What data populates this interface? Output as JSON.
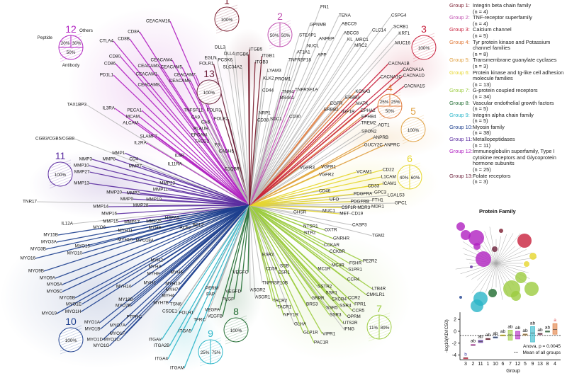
{
  "group_colors": {
    "0": "#b8b8b8",
    "1": "#7a1c2e",
    "2": "#c050b0",
    "3": "#c8203c",
    "4": "#e07a3a",
    "5": "#e0a040",
    "6": "#e6d62c",
    "7": "#9ccc40",
    "8": "#1f6b30",
    "9": "#2ab5c8",
    "10": "#1d3f8e",
    "11": "#5b2ca0",
    "12": "#b020c0",
    "13": "#6b1f3a"
  },
  "leaves": [
    [
      "CEACAM16",
      12
    ],
    [
      "CD8A",
      12
    ],
    [
      "CD8B",
      12
    ],
    [
      "CTLA4",
      12
    ],
    [
      "CD80",
      12
    ],
    [
      "CD86",
      12
    ],
    [
      "PD1L1",
      12
    ],
    [
      "CEACAM5",
      12
    ],
    [
      "CEACAM4",
      12
    ],
    [
      "CEACAM3",
      12
    ],
    [
      "CEACAM1",
      12
    ],
    [
      "CEACAM8",
      12
    ],
    [
      "CEACAM7",
      12
    ],
    [
      "CEACAM6",
      12
    ],
    [
      "IL3RA",
      12
    ],
    [
      "PECA1",
      12
    ],
    [
      "MCAM",
      12
    ],
    [
      "ALCAM",
      12
    ],
    [
      "SLAMF7",
      12
    ],
    [
      "IL2RA",
      12
    ],
    [
      "IL6R",
      12
    ],
    [
      "IL11RA",
      12
    ],
    [
      "FOLR1",
      13
    ],
    [
      "FOLR3",
      13
    ],
    [
      "FOLR2",
      13
    ],
    [
      "EGLN",
      0
    ],
    [
      "PCSK6",
      0
    ],
    [
      "SLC34A2",
      0
    ],
    [
      "DLL3",
      0
    ],
    [
      "DLL4",
      0
    ],
    [
      "TAX1BP3",
      0
    ],
    [
      "CGB3/CGB5/CGB8",
      0
    ],
    [
      "TNFSF11",
      0
    ],
    [
      "CA9",
      0
    ],
    [
      "CA6",
      0
    ],
    [
      "PLAUR",
      0
    ],
    [
      "EPCAM",
      0
    ],
    [
      "TACD2",
      0
    ],
    [
      "F3",
      0
    ],
    [
      "CADH5",
      0
    ],
    [
      "CD4",
      0
    ],
    [
      "C1QBP",
      0
    ],
    [
      "TNR17",
      0
    ],
    [
      "MMP3",
      11
    ],
    [
      "MMP10",
      11
    ],
    [
      "MMP27",
      11
    ],
    [
      "MMP13",
      11
    ],
    [
      "MMP8",
      11
    ],
    [
      "MMP1",
      11
    ],
    [
      "MMP7",
      11
    ],
    [
      "MMP20",
      11
    ],
    [
      "MMP9",
      11
    ],
    [
      "MMP2",
      11
    ],
    [
      "MMP11",
      11
    ],
    [
      "MMP23",
      11
    ],
    [
      "MMP19",
      11
    ],
    [
      "MMP28",
      11
    ],
    [
      "MMP14",
      11
    ],
    [
      "MMP16",
      11
    ],
    [
      "MMP15",
      11
    ],
    [
      "MMP17",
      11
    ],
    [
      "MMP25",
      11
    ],
    [
      "HSPA5",
      0
    ],
    [
      "ACE2",
      0
    ],
    [
      "BCL2",
      0
    ],
    [
      "IL12A",
      0
    ],
    [
      "MYO6",
      10
    ],
    [
      "MYH11",
      10
    ],
    [
      "MYH10",
      10
    ],
    [
      "MYH9",
      10
    ],
    [
      "MYO18A",
      10
    ],
    [
      "MY15B",
      10
    ],
    [
      "MYO3A",
      10
    ],
    [
      "MYO3B",
      10
    ],
    [
      "MYO15",
      10
    ],
    [
      "MYO10",
      10
    ],
    [
      "MYO16",
      10
    ],
    [
      "MYO9B",
      10
    ],
    [
      "MYO9A",
      10
    ],
    [
      "MYO5A",
      10
    ],
    [
      "MYO5C",
      10
    ],
    [
      "MYO5B",
      10
    ],
    [
      "MYO19",
      10
    ],
    [
      "MYO1E",
      10
    ],
    [
      "MYO1H",
      10
    ],
    [
      "MYO1B",
      10
    ],
    [
      "MYO1A",
      10
    ],
    [
      "MYO1D",
      10
    ],
    [
      "MYO1G",
      10
    ],
    [
      "MYO1C",
      10
    ],
    [
      "MYO1F",
      10
    ],
    [
      "MYO7A",
      10
    ],
    [
      "MYO7B",
      10
    ],
    [
      "MYH14",
      10
    ],
    [
      "MY18B",
      10
    ],
    [
      "MYH2",
      10
    ],
    [
      "MYH3",
      10
    ],
    [
      "MYH8",
      10
    ],
    [
      "MYH1",
      10
    ],
    [
      "MYH6",
      10
    ],
    [
      "MYH7B",
      10
    ],
    [
      "MYH4",
      10
    ],
    [
      "MYH7",
      10
    ],
    [
      "MYH13",
      10
    ],
    [
      "TSN6",
      0
    ],
    [
      "PTPRC",
      0
    ],
    [
      "CSDE1",
      0
    ],
    [
      "ITGAV",
      9
    ],
    [
      "ITGA2B",
      9
    ],
    [
      "ITGA4",
      9
    ],
    [
      "ITGA5",
      9
    ],
    [
      "ITGAM",
      9
    ],
    [
      "FOLH1",
      0
    ],
    [
      "TFRC",
      0
    ],
    [
      "FAP",
      0
    ],
    [
      "PERM",
      0
    ],
    [
      "VEGFA",
      8
    ],
    [
      "VEGFB",
      8
    ],
    [
      "PLGF",
      8
    ],
    [
      "VEGFD",
      8
    ],
    [
      "VEGFC",
      8
    ],
    [
      "ASGR2",
      0
    ],
    [
      "ASGR1",
      0
    ],
    [
      "TNFRSF10B",
      0
    ],
    [
      "ESR2",
      0
    ],
    [
      "CD59",
      0
    ],
    [
      "ESR1",
      0
    ],
    [
      "SSB",
      0
    ],
    [
      "GHSR",
      0
    ],
    [
      "NTSR1",
      7
    ],
    [
      "NTR2",
      7
    ],
    [
      "OXTR",
      7
    ],
    [
      "GNRHR",
      7
    ],
    [
      "CCKAR",
      7
    ],
    [
      "CCKBR",
      7
    ],
    [
      "PE2R2",
      7
    ],
    [
      "FSHR",
      7
    ],
    [
      "S1PR1",
      7
    ],
    [
      "MC4R",
      7
    ],
    [
      "MC1R",
      7
    ],
    [
      "CCR4",
      7
    ],
    [
      "LTB4R",
      7
    ],
    [
      "CMKLR1",
      7
    ],
    [
      "FPR1",
      7
    ],
    [
      "CCR5",
      7
    ],
    [
      "CCR2",
      7
    ],
    [
      "CXCR4",
      7
    ],
    [
      "OPRM",
      7
    ],
    [
      "UTS2R",
      7
    ],
    [
      "TACR2",
      7
    ],
    [
      "TACR1",
      7
    ],
    [
      "NPY1R",
      7
    ],
    [
      "GLHA",
      0
    ],
    [
      "BRS3",
      7
    ],
    [
      "GRPR",
      7
    ],
    [
      "SSTR2",
      7
    ],
    [
      "SSR5",
      7
    ],
    [
      "SSR1",
      7
    ],
    [
      "SSR4",
      7
    ],
    [
      "SSR3",
      7
    ],
    [
      "GLP1R",
      7
    ],
    [
      "PAC1R",
      7
    ],
    [
      "VIPR1",
      7
    ],
    [
      "IFNG",
      0
    ],
    [
      "CD46",
      0
    ],
    [
      "MUC1",
      0
    ],
    [
      "CD19",
      0
    ],
    [
      "MDR3",
      0
    ],
    [
      "MDR1",
      0
    ],
    [
      "FTH1",
      0
    ],
    [
      "GPC1",
      0
    ],
    [
      "GPC3",
      0
    ],
    [
      "CASP3",
      0
    ],
    [
      "TGM2",
      0
    ],
    [
      "VGFR3",
      6
    ],
    [
      "VGFR1",
      6
    ],
    [
      "VGFR2",
      6
    ],
    [
      "VCAM1",
      6
    ],
    [
      "CD22",
      6
    ],
    [
      "L1CAM",
      6
    ],
    [
      "ICAM1",
      6
    ],
    [
      "LGALS3",
      0
    ],
    [
      "CD33",
      6
    ],
    [
      "PDGFRA",
      6
    ],
    [
      "PDGFRB",
      6
    ],
    [
      "CSF1R",
      6
    ],
    [
      "MET",
      6
    ],
    [
      "UFO",
      6
    ],
    [
      "SPON2",
      0
    ],
    [
      "ANPRB",
      5
    ],
    [
      "ANPRC",
      5
    ],
    [
      "GUCY2C",
      5
    ],
    [
      "ERBB2",
      4
    ],
    [
      "EGFR",
      4
    ],
    [
      "ERBB3",
      4
    ],
    [
      "IGF1R",
      4
    ],
    [
      "KCNA3",
      4
    ],
    [
      "MATK",
      4
    ],
    [
      "EPHA2",
      4
    ],
    [
      "EPHB4",
      4
    ],
    [
      "TREM2",
      0
    ],
    [
      "ADT1",
      0
    ],
    [
      "CACNA1B",
      3
    ],
    [
      "CACNA1A",
      3
    ],
    [
      "CACNA1D",
      3
    ],
    [
      "CACNA1C",
      3
    ],
    [
      "CACNA1S",
      3
    ],
    [
      "FN1",
      0
    ],
    [
      "TENA",
      0
    ],
    [
      "ABCC9",
      0
    ],
    [
      "ABCC8",
      0
    ],
    [
      "KL",
      0
    ],
    [
      "MRC1",
      0
    ],
    [
      "MRC2",
      0
    ],
    [
      "CLC14",
      0
    ],
    [
      "CSPG4",
      0
    ],
    [
      "SCRB1",
      0
    ],
    [
      "KRT1",
      0
    ],
    [
      "MUC16",
      0
    ],
    [
      "GPNMB",
      0
    ],
    [
      "ANPEP",
      0
    ],
    [
      "APP",
      0
    ],
    [
      "NUCL",
      0
    ],
    [
      "STEAP1",
      0
    ],
    [
      "AT1A1",
      0
    ],
    [
      "TNFRSF18",
      0
    ],
    [
      "TNR4",
      2
    ],
    [
      "TNFRSF1A",
      2
    ],
    [
      "CD30",
      2
    ],
    [
      "MS4A1",
      0
    ],
    [
      "PROM1",
      0
    ],
    [
      "KLK2",
      0
    ],
    [
      "LYAM3",
      0
    ],
    [
      "CD44",
      0
    ],
    [
      "NRP1",
      0
    ],
    [
      "CD38",
      0
    ],
    [
      "SDC1",
      0
    ],
    [
      "ITGB6",
      1
    ],
    [
      "ITGB5",
      1
    ],
    [
      "ITGB3",
      1
    ],
    [
      "ITGB1",
      1
    ]
  ],
  "pies": [
    {
      "group": "1",
      "label": "1",
      "slices": [
        "100%"
      ]
    },
    {
      "group": "2",
      "label": "2",
      "slices": [
        "50%",
        "50%"
      ]
    },
    {
      "group": "3",
      "label": "3",
      "slices": [
        "100%"
      ]
    },
    {
      "group": "4",
      "label": "4",
      "slices": [
        "25%",
        "25%",
        "50%"
      ]
    },
    {
      "group": "5",
      "label": "5",
      "slices": [
        "100%"
      ]
    },
    {
      "group": "6",
      "label": "6",
      "slices": [
        "40%",
        "60%"
      ]
    },
    {
      "group": "7",
      "label": "7",
      "slices": [
        "11%",
        "89%"
      ]
    },
    {
      "group": "8",
      "label": "8",
      "slices": [
        "100%"
      ]
    },
    {
      "group": "9",
      "label": "9",
      "slices": [
        "25%",
        "75%"
      ]
    },
    {
      "group": "10",
      "label": "10",
      "slices": [
        "100%"
      ]
    },
    {
      "group": "11",
      "label": "11",
      "slices": [
        "100%"
      ]
    },
    {
      "group": "12",
      "label": "12",
      "slices": [
        "20%",
        "30%",
        "50%"
      ],
      "callouts": [
        "Peptide",
        "Others",
        "Antibody"
      ]
    },
    {
      "group": "13",
      "label": "13",
      "slices": [
        "100%"
      ]
    }
  ],
  "legend": [
    {
      "group": "Group 1:",
      "name": "Integrin beta chain family",
      "n": "(n = 4)",
      "g": "1"
    },
    {
      "group": "Group 2:",
      "name": "TNF-receptor superfamily",
      "n": "(n = 4)",
      "g": "2"
    },
    {
      "group": "Group 3:",
      "name": "Calcium channel",
      "n": "(n = 5)",
      "g": "3"
    },
    {
      "group": "Group 4:",
      "name": "Tyr protein kinase and Potassium channel families",
      "n": "(n = 8)",
      "g": "4"
    },
    {
      "group": "Group 5:",
      "name": "Transmembrane guanylate cyclases",
      "n": "(n = 3)",
      "g": "5"
    },
    {
      "group": "Group 6:",
      "name": "Protein kinase and Ig-like cell adhesion molecule families",
      "n": "(n = 13)",
      "g": "6"
    },
    {
      "group": "Group 7:",
      "name": "G-protein coupled receptors",
      "n": "(n = 34)",
      "g": "7"
    },
    {
      "group": "Group 8:",
      "name": "Vascular endothelial growth factors",
      "n": "(n = 5)",
      "g": "8"
    },
    {
      "group": "Group 9:",
      "name": "Integrin alpha chain family",
      "n": "(n = 5)",
      "g": "9"
    },
    {
      "group": "Group 10:",
      "name": "Myosin family",
      "n": "(n = 38)",
      "g": "10"
    },
    {
      "group": "Group 11:",
      "name": "Metallopeptidases",
      "n": "(n = 11)",
      "g": "11"
    },
    {
      "group": "Group 12:",
      "name": "Immunoglobulin superfamily, Type I cytokine receptors and Glycoprotein hormone subunits",
      "n": "(n = 25)",
      "g": "12"
    },
    {
      "group": "Group 13:",
      "name": "Folate receptors",
      "n": "(n = 3)",
      "g": "13"
    }
  ],
  "inset": {
    "title": "Protein Family",
    "boxplot": {
      "ylabel": "-log10(KD/IC50)",
      "xlabel": "Group",
      "yticks": [
        2,
        0,
        -2,
        -4
      ],
      "ylim": [
        -4.8,
        3.2
      ],
      "categories": [
        "3",
        "2",
        "11",
        "1",
        "10",
        "6",
        "7",
        "12",
        "5",
        "9",
        "13",
        "8",
        "4"
      ],
      "letters": [
        "b",
        "ab",
        "ab",
        "ab",
        "ab",
        "ab",
        "ab",
        "ab",
        "ab",
        "ab",
        "ab",
        "ab",
        "a"
      ],
      "medians": [
        -4.5,
        -2.3,
        -1.7,
        -1.3,
        -1.0,
        -0.7,
        -0.6,
        -0.7,
        -0.5,
        -0.3,
        -0.4,
        0.0,
        0.3
      ],
      "q1": [
        -4.55,
        -2.4,
        -1.9,
        -1.4,
        -1.05,
        -0.8,
        -1.5,
        -1.3,
        -0.55,
        -1.8,
        -0.45,
        -0.05,
        -0.5
      ],
      "q3": [
        -4.45,
        -2.2,
        -1.5,
        -1.2,
        -0.95,
        -0.6,
        0.2,
        0.0,
        -0.45,
        0.8,
        -0.35,
        0.05,
        1.3
      ],
      "group_mean": -0.7,
      "stat_text": "Anova, p = 0.0045",
      "mean_legend": "Mean of all groups"
    }
  }
}
